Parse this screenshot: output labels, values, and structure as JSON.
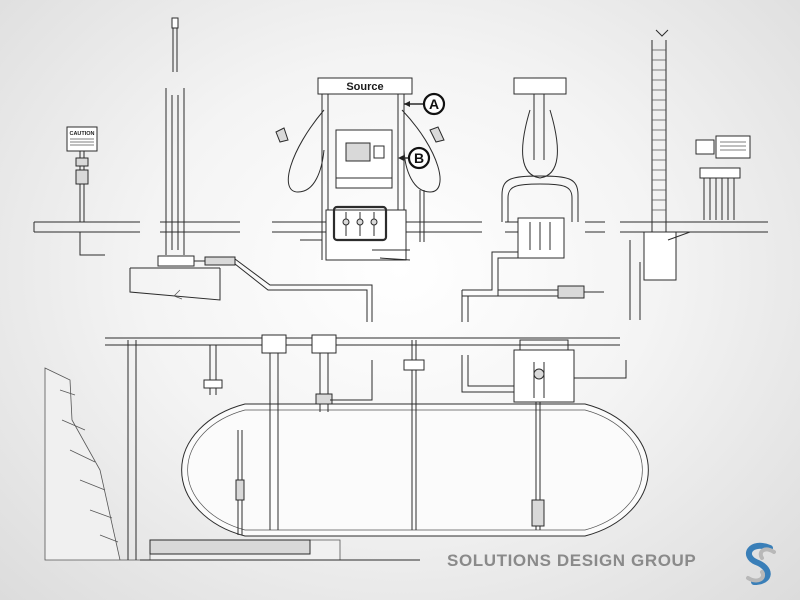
{
  "dispenser": {
    "brand_label": "Source"
  },
  "callouts": [
    {
      "letter": "A"
    },
    {
      "letter": "B"
    }
  ],
  "signs": {
    "caution_label": "CAUTION"
  },
  "branding": {
    "company_name": "SOLUTIONS DESIGN GROUP",
    "logo_colors": [
      "#3a7fb8",
      "#b8b8b8"
    ]
  }
}
